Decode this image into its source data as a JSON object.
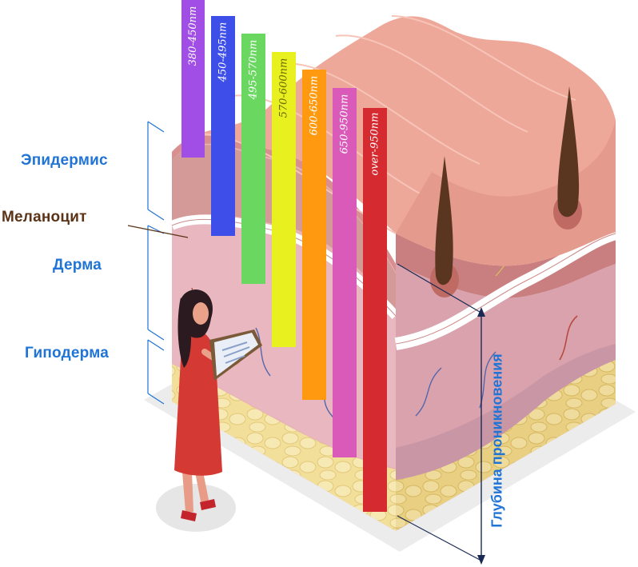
{
  "labels": {
    "epidermis": "Эпидермис",
    "melanocyte": "Меланоцит",
    "dermis": "Дерма",
    "hypodermis": "Гиподерма",
    "depth": "Глубина проникновения"
  },
  "colors": {
    "layer_label": "#1f74d6",
    "melanocyte_label": "#5b3316",
    "bracket": "#1f74d6",
    "depth_arrow": "#1b2a55"
  },
  "wavelength_bands": [
    {
      "label": "380-450nm",
      "color": "#a04ee6"
    },
    {
      "label": "450-495nm",
      "color": "#3d4fe8"
    },
    {
      "label": "495-570nm",
      "color": "#6ad860"
    },
    {
      "label": "570-600nm",
      "color": "#e8f020"
    },
    {
      "label": "600-650nm",
      "color": "#ff9a10"
    },
    {
      "label": "650-950nm",
      "color": "#d95ab8"
    },
    {
      "label": "over-950nm",
      "color": "#d42a30"
    }
  ],
  "icons": {
    "doctor": "doctor-with-clipboard-icon",
    "hair": "hair-follicle-icon"
  }
}
